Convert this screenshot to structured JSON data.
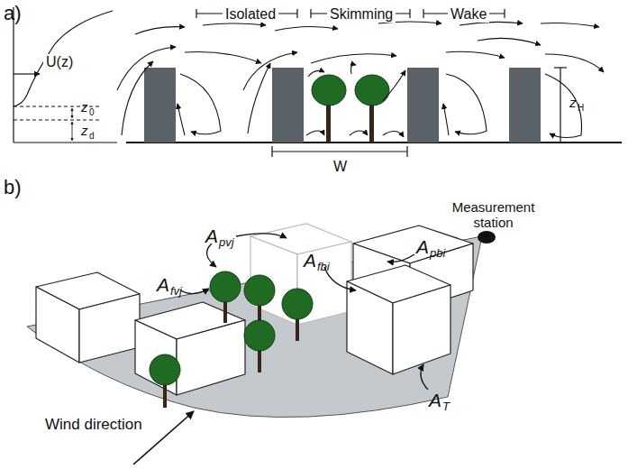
{
  "diagram": {
    "labels": [
      "a)",
      "U(z)",
      "z",
      "0",
      "z",
      "d",
      "Isolated",
      "Skimming",
      "Wake",
      "z",
      "H",
      "W",
      "b)",
      "Measurement station",
      "A",
      "fvj",
      "A",
      "pvj",
      "A",
      "fbi",
      "A",
      "pbi",
      "A",
      "T",
      "Wind direction"
    ]
  }
}
